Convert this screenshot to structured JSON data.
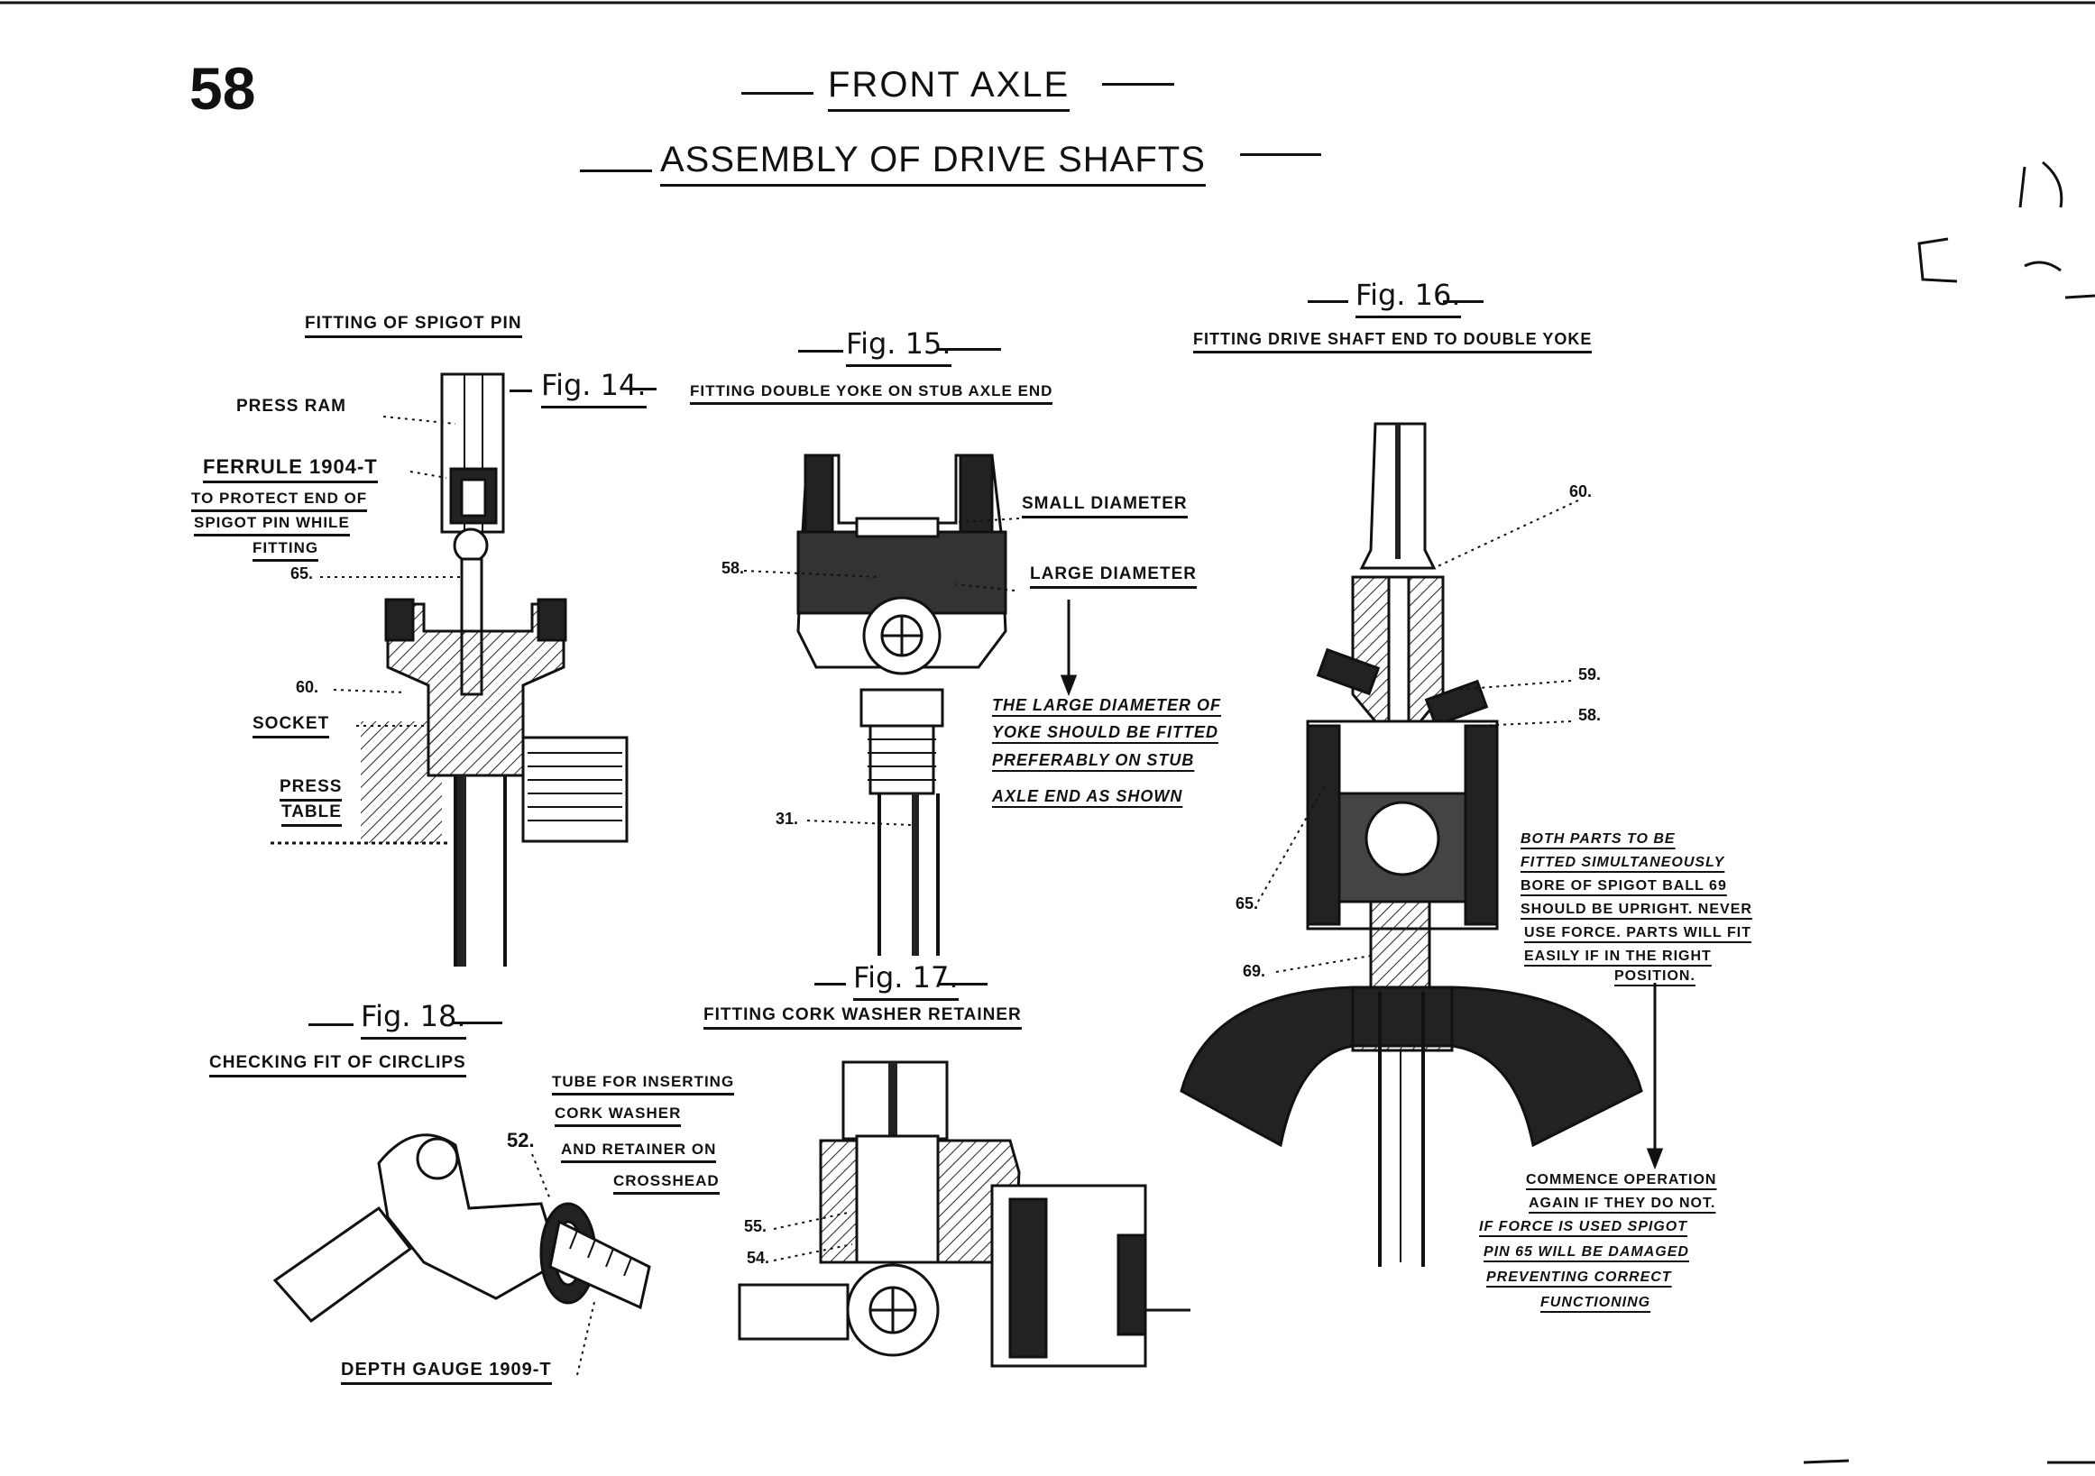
{
  "page": {
    "number": "58",
    "title": "FRONT AXLE",
    "subtitle": "ASSEMBLY OF DRIVE SHAFTS"
  },
  "fig14": {
    "caption": "Fig. 14.",
    "heading": "FITTING OF SPIGOT PIN",
    "press_ram": "PRESS RAM",
    "ferrule": "FERRULE 1904-T",
    "protect_1": "TO PROTECT END OF",
    "protect_2": "SPIGOT PIN WHILE",
    "protect_3": "FITTING",
    "ref_65": "65.",
    "ref_60": "60.",
    "socket": "SOCKET",
    "press_1": "PRESS",
    "press_2": "TABLE"
  },
  "fig15": {
    "caption": "Fig. 15.",
    "heading": "FITTING DOUBLE YOKE ON STUB AXLE END",
    "small_diameter": "SMALL DIAMETER",
    "large_diameter": "LARGE DIAMETER",
    "ref_58": "58.",
    "ref_31": "31.",
    "note_1": "THE LARGE DIAMETER OF",
    "note_2": "YOKE SHOULD BE FITTED",
    "note_3": "PREFERABLY ON STUB",
    "note_4": "AXLE END AS SHOWN"
  },
  "fig16": {
    "caption": "Fig. 16.",
    "heading": "FITTING DRIVE SHAFT END TO DOUBLE YOKE",
    "ref_60": "60.",
    "ref_59": "59.",
    "ref_58": "58.",
    "ref_65": "65.",
    "ref_69": "69.",
    "note_1": "BOTH PARTS TO BE",
    "note_2": "FITTED SIMULTANEOUSLY",
    "note_3": "BORE OF SPIGOT BALL 69",
    "note_4": "SHOULD BE UPRIGHT. NEVER",
    "note_5": "USE FORCE. PARTS WILL FIT",
    "note_6": "EASILY IF IN THE RIGHT",
    "note_7": "POSITION.",
    "warn_1": "COMMENCE OPERATION",
    "warn_2": "AGAIN IF THEY DO NOT.",
    "warn_3": "IF FORCE IS USED SPIGOT",
    "warn_4": "PIN 65 WILL BE DAMAGED",
    "warn_5": "PREVENTING CORRECT",
    "warn_6": "FUNCTIONING"
  },
  "fig17": {
    "caption": "Fig. 17.",
    "heading": "FITTING CORK WASHER RETAINER",
    "tube_1": "TUBE FOR INSERTING",
    "tube_2": "CORK WASHER",
    "tube_3": "AND RETAINER ON",
    "tube_4": "CROSSHEAD",
    "ref_55": "55.",
    "ref_54": "54."
  },
  "fig18": {
    "caption": "Fig. 18.",
    "heading": "CHECKING FIT OF CIRCLIPS",
    "ref_52": "52.",
    "depth_gauge": "DEPTH GAUGE 1909-T"
  }
}
